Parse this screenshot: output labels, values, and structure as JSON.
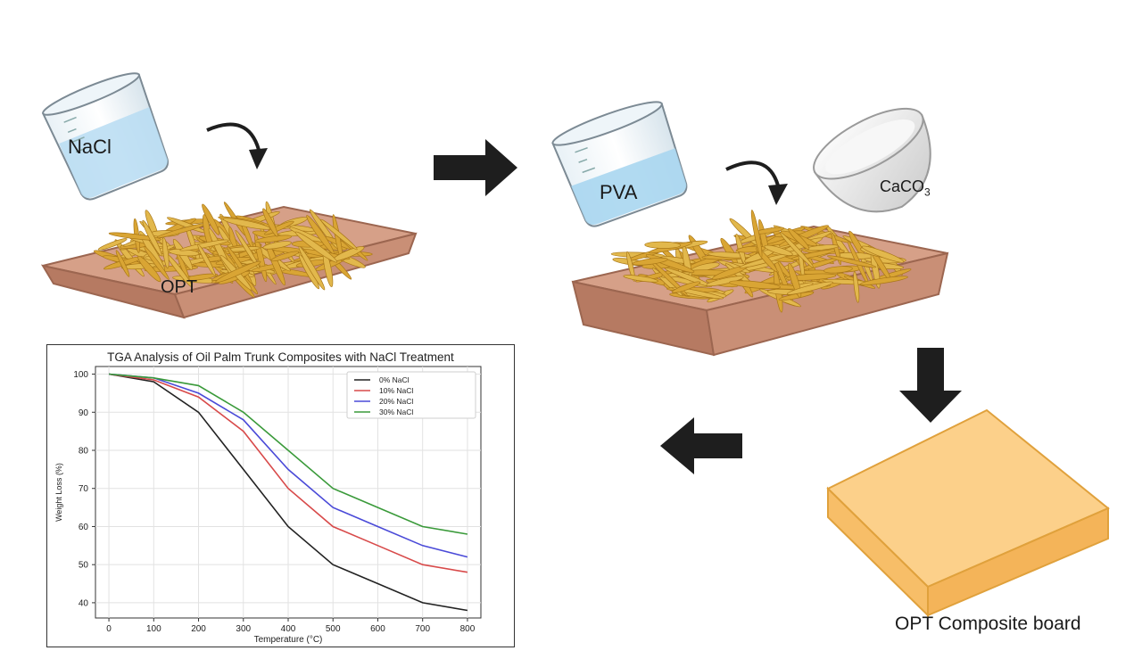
{
  "labels": {
    "nacl": "NaCl",
    "opt": "OPT",
    "pva": "PVA",
    "caco3_base": "CaCO",
    "caco3_sub": "3",
    "board": "OPT Composite board"
  },
  "colors": {
    "tray": "#c98f76",
    "tray_dark": "#a46a53",
    "fiber": "#d9a534",
    "fiber_dark": "#a97718",
    "liquid": "#a9d6ef",
    "board_top": "#fcd08a",
    "board_edge": "#e0a13c",
    "arrow": "#1e1e1e"
  },
  "chart_data": {
    "type": "line",
    "title": "TGA Analysis of Oil Palm Trunk Composites with NaCl Treatment",
    "xlabel": "Temperature (°C)",
    "ylabel": "Weight Loss (%)",
    "x": [
      0,
      100,
      200,
      300,
      400,
      500,
      600,
      700,
      800
    ],
    "xlim": [
      -30,
      830
    ],
    "ylim": [
      36,
      102
    ],
    "xticks": [
      0,
      100,
      200,
      300,
      400,
      500,
      600,
      700,
      800
    ],
    "yticks": [
      40,
      50,
      60,
      70,
      80,
      90,
      100
    ],
    "grid": true,
    "legend_position": "top-right",
    "series": [
      {
        "name": "0% NaCl",
        "color": "#222222",
        "values": [
          100,
          98,
          90,
          75,
          60,
          50,
          45,
          40,
          38
        ]
      },
      {
        "name": "10% NaCl",
        "color": "#d84a4a",
        "values": [
          100,
          98.5,
          94,
          85,
          70,
          60,
          55,
          50,
          48
        ]
      },
      {
        "name": "20% NaCl",
        "color": "#4a4ad8",
        "values": [
          100,
          99,
          95,
          88,
          75,
          65,
          60,
          55,
          52
        ]
      },
      {
        "name": "30% NaCl",
        "color": "#3a9a3a",
        "values": [
          100,
          99,
          97,
          90,
          80,
          70,
          65,
          60,
          58
        ]
      }
    ]
  }
}
